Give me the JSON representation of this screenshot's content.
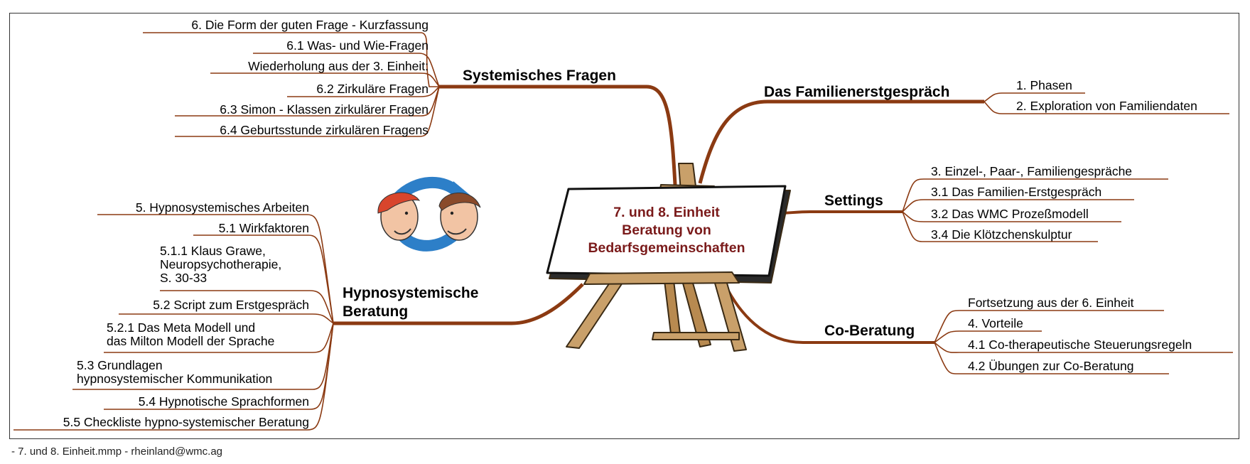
{
  "center": {
    "lines": [
      "7. und 8. Einheit",
      "Beratung von",
      "Bedarfsgemeinschaften"
    ]
  },
  "branches": {
    "systemisches_fragen": {
      "title": "Systemisches Fragen",
      "items": [
        "6. Die Form der guten Frage - Kurzfassung",
        "6.1 Was- und Wie-Fragen",
        "Wiederholung aus der 3. Einheit:",
        "6.2 Zirkuläre Fragen",
        "6.3 Simon - Klassen zirkulärer Fragen",
        "6.4 Geburtsstunde zirkulären Fragens"
      ]
    },
    "hypnosystemische_beratung": {
      "title_lines": [
        "Hypnosystemische",
        "Beratung"
      ],
      "items": [
        "5. Hypnosystemisches Arbeiten",
        "5.1 Wirkfaktoren",
        "5.1.1 Klaus Grawe,",
        "Neuropsychotherapie,",
        "S. 30-33",
        "5.2 Script zum Erstgespräch",
        "5.2.1 Das Meta Modell und",
        "das Milton Modell der Sprache",
        "5.3 Grundlagen",
        "hypnosystemischer Kommunikation",
        "5.4 Hypnotische Sprachformen",
        "5.5 Checkliste hypno-systemischer Beratung"
      ]
    },
    "familienerstgespraech": {
      "title": "Das Familienerstgespräch",
      "items": [
        "1. Phasen",
        "2. Exploration von Familiendaten"
      ]
    },
    "settings": {
      "title": "Settings",
      "items": [
        "3. Einzel-, Paar-, Familiengespräche",
        "3.1 Das Familien-Erstgespräch",
        "3.2 Das WMC Prozeßmodell",
        "3.4 Die Klötzchenskulptur"
      ]
    },
    "co_beratung": {
      "title": "Co-Beratung",
      "items": [
        "Fortsetzung aus der 6. Einheit",
        "4. Vorteile",
        "4.1 Co-therapeutische Steuerungsregeln",
        "4.2 Übungen zur Co-Beratung"
      ]
    }
  },
  "footer": "- 7. und 8. Einheit.mmp - rheinland@wmc.ag",
  "colors": {
    "link": "#8b3a12",
    "center_text": "#7a1a1a",
    "wood": "#c9a06a",
    "arrow": "#2d7fc8"
  },
  "icons": {
    "center": "easel-icon",
    "decoration": "two-people-cycle-icon"
  }
}
